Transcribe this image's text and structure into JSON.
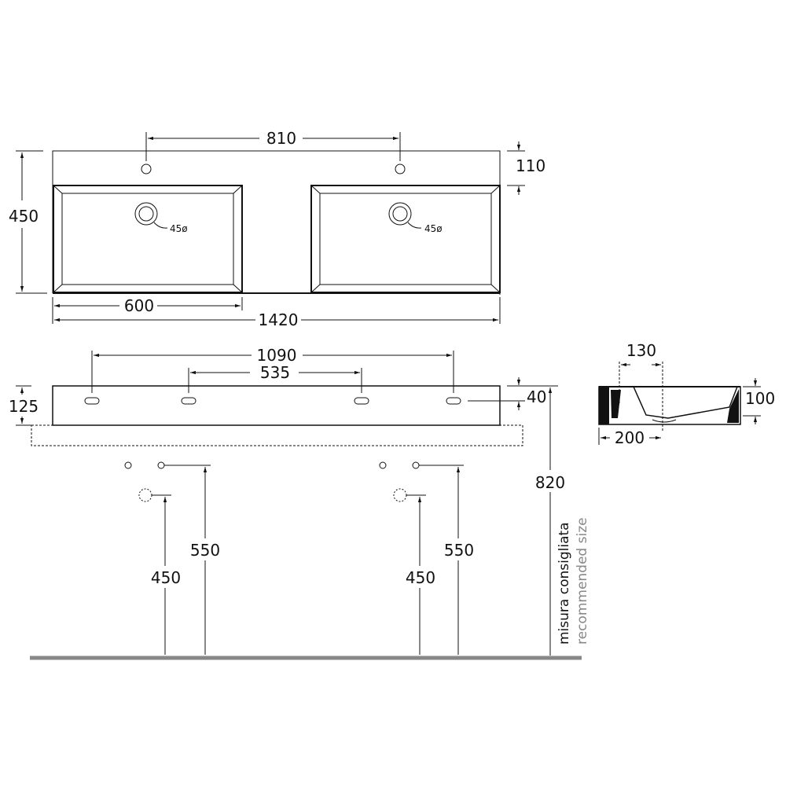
{
  "top_view": {
    "d_810": "810",
    "d_110": "110",
    "d_450": "450",
    "d_600": "600",
    "d_1420": "1420",
    "drain_left": "45ø",
    "drain_right": "45ø"
  },
  "front_view": {
    "d_1090": "1090",
    "d_535": "535",
    "d_125": "125",
    "d_40": "40",
    "d_820": "820",
    "d_550_left": "550",
    "d_450_left": "450",
    "d_550_right": "550",
    "d_450_right": "450",
    "note_it": "misura consigliata",
    "note_en": "recommended size"
  },
  "side_view": {
    "d_130": "130",
    "d_100": "100",
    "d_200": "200"
  },
  "colors": {
    "line": "#111111",
    "floor": "#888888",
    "note_en": "#888888"
  }
}
